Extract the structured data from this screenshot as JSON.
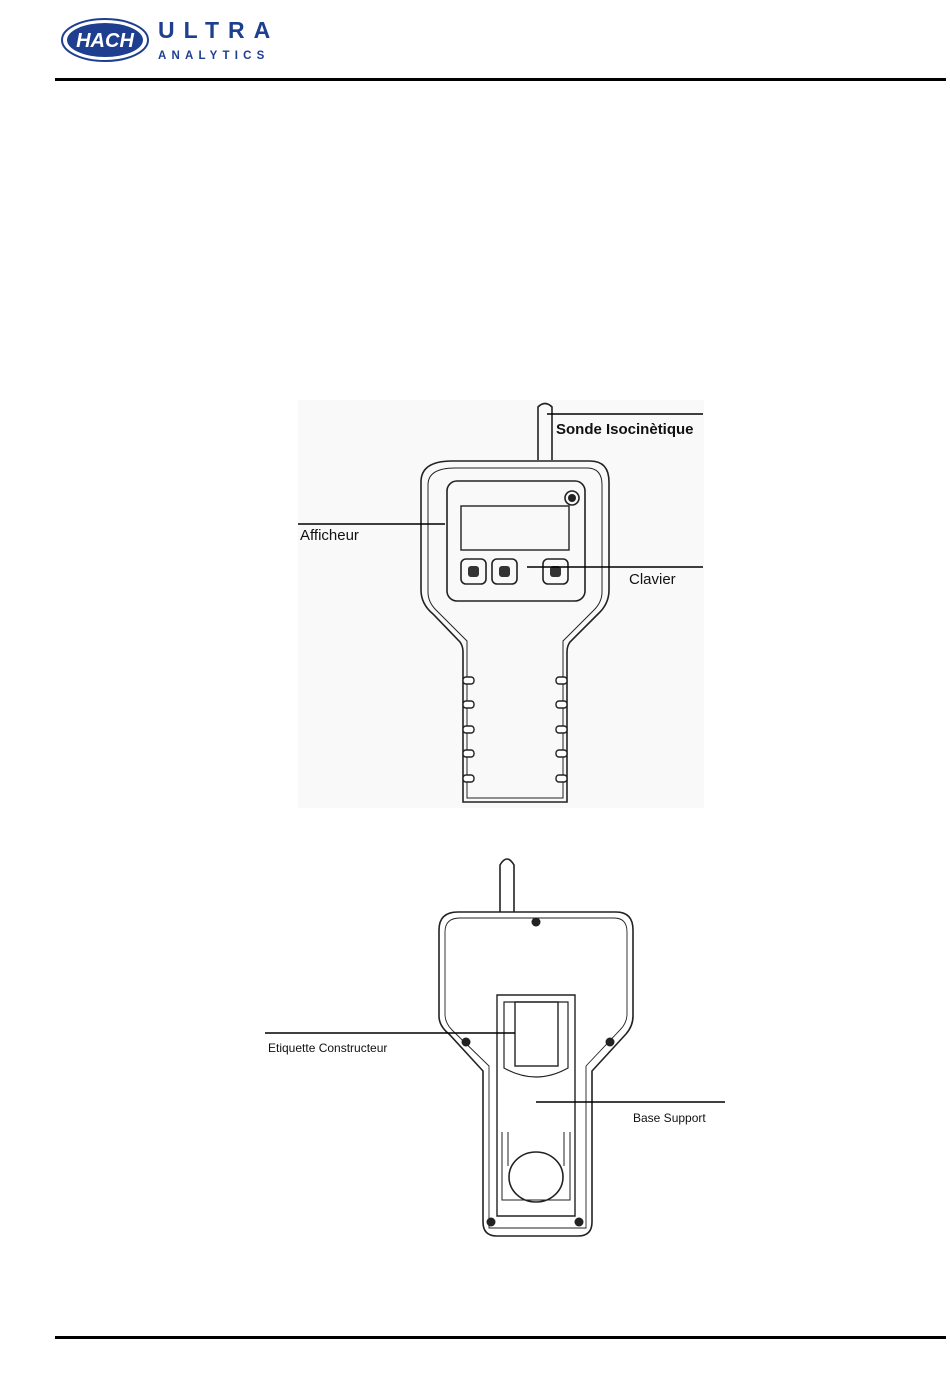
{
  "header": {
    "logo": {
      "oval_text": "HACH",
      "word1": "ULTRA",
      "word2": "ANALYTICS"
    }
  },
  "figure_front": {
    "labels": {
      "probe": "Sonde Isocinètique",
      "display": "Afficheur",
      "keypad": "Clavier"
    }
  },
  "figure_back": {
    "labels": {
      "manufacturer_label": "Etiquette Constructeur",
      "base": "Base Support"
    }
  }
}
